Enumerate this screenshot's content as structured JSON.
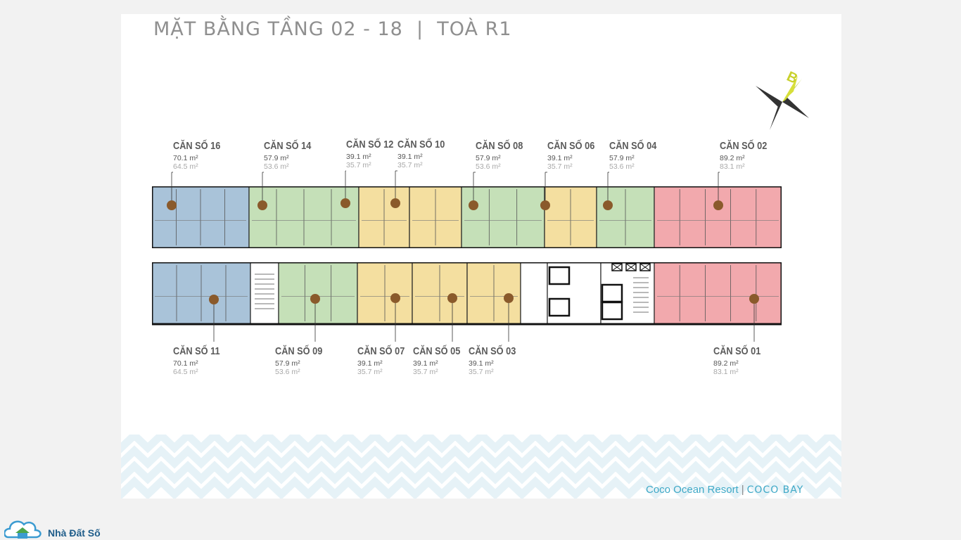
{
  "title": "MẶT BẰNG TẦNG 02 - 18  |  TOÀ R1",
  "compass": {
    "letter": "B",
    "icon": "north-arrow-icon"
  },
  "colors": {
    "blue": "#a9c3d9",
    "green": "#c5e0b8",
    "yellow": "#f4dfa0",
    "pink": "#f2a9ad",
    "marker": "#8a5a2b",
    "core": "#ffffff"
  },
  "units_top": [
    {
      "name": "CĂN SỐ 16",
      "area1": "70.1 m²",
      "area2": "64.5 m²"
    },
    {
      "name": "CĂN SỐ 14",
      "area1": "57.9 m²",
      "area2": "53.6 m²"
    },
    {
      "name": "CĂN SỐ 12",
      "area1": "39.1 m²",
      "area2": "35.7 m²"
    },
    {
      "name": "CĂN SỐ 10",
      "area1": "39.1 m²",
      "area2": "35.7 m²"
    },
    {
      "name": "CĂN SỐ 08",
      "area1": "57.9 m²",
      "area2": "53.6 m²"
    },
    {
      "name": "CĂN SỐ 06",
      "area1": "39.1 m²",
      "area2": "35.7 m²"
    },
    {
      "name": "CĂN SỐ 04",
      "area1": "57.9 m²",
      "area2": "53.6 m²"
    },
    {
      "name": "CĂN SỐ 02",
      "area1": "89.2 m²",
      "area2": "83.1 m²"
    }
  ],
  "units_bottom": [
    {
      "name": "CĂN SỐ 11",
      "area1": "70.1 m²",
      "area2": "64.5 m²"
    },
    {
      "name": "CĂN SỐ 09",
      "area1": "57.9 m²",
      "area2": "53.6 m²"
    },
    {
      "name": "CĂN SỐ 07",
      "area1": "39.1 m²",
      "area2": "35.7 m²"
    },
    {
      "name": "CĂN SỐ 05",
      "area1": "39.1 m²",
      "area2": "35.7 m²"
    },
    {
      "name": "CĂN SỐ 03",
      "area1": "39.1 m²",
      "area2": "35.7 m²"
    },
    {
      "name": "CĂN SỐ 01",
      "area1": "89.2 m²",
      "area2": "83.1 m²"
    }
  ],
  "brand": {
    "resort": "Coco Ocean Resort",
    "separator": "|",
    "logo": "COCO BAY"
  },
  "watermark": {
    "text": "Nhà Đất Số",
    "icon": "house-cloud-icon"
  }
}
